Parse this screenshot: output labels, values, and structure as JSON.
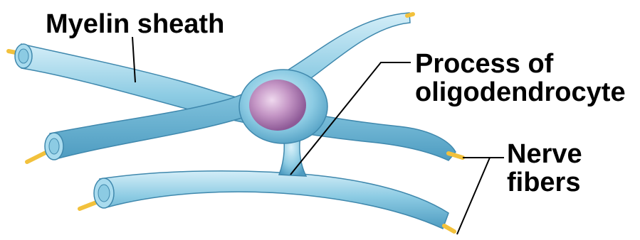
{
  "labels": {
    "myelin_sheath": "Myelin sheath",
    "process_line1": "Process of",
    "process_line2": "oligodendrocyte",
    "nerve_line1": "Nerve",
    "nerve_line2": "fibers"
  },
  "colors": {
    "sheath": "#8ccbe3",
    "sheath_highlight": "#d4eef8",
    "sheath_shadow": "#4e9cc1",
    "axon": "#f2c13c",
    "nucleus": "#b07bb4",
    "leader_line": "#000000"
  }
}
